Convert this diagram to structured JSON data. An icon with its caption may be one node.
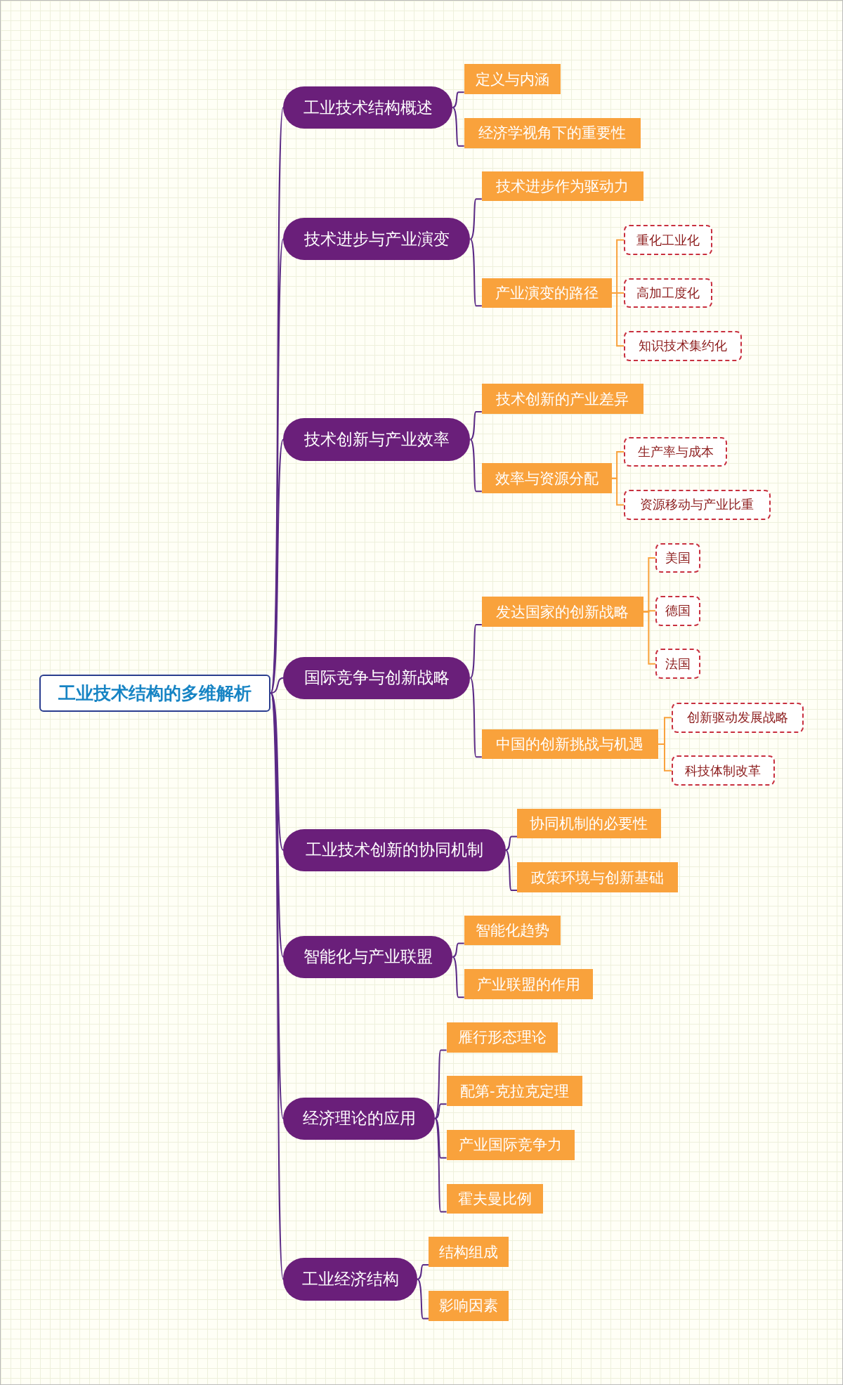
{
  "diagram": {
    "nodes": [
      {
        "text": [
          "工业技术结构的多维解析"
        ]
      },
      {
        "text": [
          "工业技术结构概述"
        ]
      },
      {
        "text": [
          "定义与内涵"
        ]
      },
      {
        "text": [
          "经济学视角下的重要性"
        ]
      },
      {
        "text": [
          "技术进步与产业演变"
        ]
      },
      {
        "text": [
          "技术进步作为驱动力"
        ]
      },
      {
        "text": [
          "产业演变的路径"
        ]
      },
      {
        "text": [
          "重化工业化"
        ]
      },
      {
        "text": [
          "高加工度化"
        ]
      },
      {
        "text": [
          "知识技术集约化"
        ]
      },
      {
        "text": [
          "技术创新与产业效率"
        ]
      },
      {
        "text": [
          "技术创新的产业差异"
        ]
      },
      {
        "text": [
          "效率与资源分配"
        ]
      },
      {
        "text": [
          "生产率与成本"
        ]
      },
      {
        "text": [
          "资源移动与产业比重"
        ]
      },
      {
        "text": [
          "国际竞争与创新战略"
        ]
      },
      {
        "text": [
          "发达国家的创新战略"
        ]
      },
      {
        "text": [
          "美国"
        ]
      },
      {
        "text": [
          "德国"
        ]
      },
      {
        "text": [
          "法国"
        ]
      },
      {
        "text": [
          "中国的创新挑战与机遇"
        ]
      },
      {
        "text": [
          "创新驱动发展战略"
        ]
      },
      {
        "text": [
          "科技体制改革"
        ]
      },
      {
        "text": [
          "工业技术创新的协同机制"
        ]
      },
      {
        "text": [
          "协同机制的必要性"
        ]
      },
      {
        "text": [
          "政策环境与创新基础"
        ]
      },
      {
        "text": [
          "智能化与产业联盟"
        ]
      },
      {
        "text": [
          "智能化趋势"
        ]
      },
      {
        "text": [
          "产业联盟的作用"
        ]
      },
      {
        "text": [
          "经济理论的应用"
        ]
      },
      {
        "text": [
          "雁行形态理论"
        ]
      },
      {
        "text": [
          "配第-克拉克定理"
        ]
      },
      {
        "text": [
          "产业国际竞争力"
        ]
      },
      {
        "text": [
          "霍夫曼比例"
        ]
      },
      {
        "text": [
          "工业经济结构"
        ]
      },
      {
        "text": [
          "结构组成"
        ]
      },
      {
        "text": [
          "影响因素"
        ]
      }
    ],
    "edges": [
      {
        "from": 0,
        "to": 1,
        "arrow": "none"
      },
      {
        "from": 0,
        "to": 4,
        "arrow": "none"
      },
      {
        "from": 0,
        "to": 10,
        "arrow": "none"
      },
      {
        "from": 0,
        "to": 15,
        "arrow": "none"
      },
      {
        "from": 0,
        "to": 23,
        "arrow": "none"
      },
      {
        "from": 0,
        "to": 26,
        "arrow": "none"
      },
      {
        "from": 0,
        "to": 29,
        "arrow": "none"
      },
      {
        "from": 0,
        "to": 34,
        "arrow": "none"
      },
      {
        "from": 1,
        "to": 2,
        "arrow": "none"
      },
      {
        "from": 1,
        "to": 3,
        "arrow": "none"
      },
      {
        "from": 4,
        "to": 5,
        "arrow": "none"
      },
      {
        "from": 4,
        "to": 6,
        "arrow": "none"
      },
      {
        "from": 6,
        "to": 7,
        "arrow": "none",
        "color": "#f9a23c"
      },
      {
        "from": 6,
        "to": 8,
        "arrow": "none",
        "color": "#f9a23c"
      },
      {
        "from": 6,
        "to": 9,
        "arrow": "none",
        "color": "#f9a23c"
      },
      {
        "from": 10,
        "to": 11,
        "arrow": "none"
      },
      {
        "from": 10,
        "to": 12,
        "arrow": "none"
      },
      {
        "from": 12,
        "to": 13,
        "arrow": "none",
        "color": "#f9a23c"
      },
      {
        "from": 12,
        "to": 14,
        "arrow": "none",
        "color": "#f9a23c"
      },
      {
        "from": 15,
        "to": 16,
        "arrow": "none"
      },
      {
        "from": 15,
        "to": 20,
        "arrow": "none"
      },
      {
        "from": 16,
        "to": 17,
        "arrow": "none",
        "color": "#f9a23c"
      },
      {
        "from": 16,
        "to": 18,
        "arrow": "none",
        "color": "#f9a23c"
      },
      {
        "from": 16,
        "to": 19,
        "arrow": "none",
        "color": "#f9a23c"
      },
      {
        "from": 20,
        "to": 21,
        "arrow": "none",
        "color": "#f9a23c"
      },
      {
        "from": 20,
        "to": 22,
        "arrow": "none",
        "color": "#f9a23c"
      },
      {
        "from": 23,
        "to": 24,
        "arrow": "none"
      },
      {
        "from": 23,
        "to": 25,
        "arrow": "none"
      },
      {
        "from": 26,
        "to": 27,
        "arrow": "none"
      },
      {
        "from": 26,
        "to": 28,
        "arrow": "none"
      },
      {
        "from": 29,
        "to": 30,
        "arrow": "none"
      },
      {
        "from": 29,
        "to": 31,
        "arrow": "none"
      },
      {
        "from": 29,
        "to": 32,
        "arrow": "none"
      },
      {
        "from": 29,
        "to": 33,
        "arrow": "none"
      },
      {
        "from": 34,
        "to": 35,
        "arrow": "none"
      },
      {
        "from": 34,
        "to": 36,
        "arrow": "none"
      }
    ]
  }
}
